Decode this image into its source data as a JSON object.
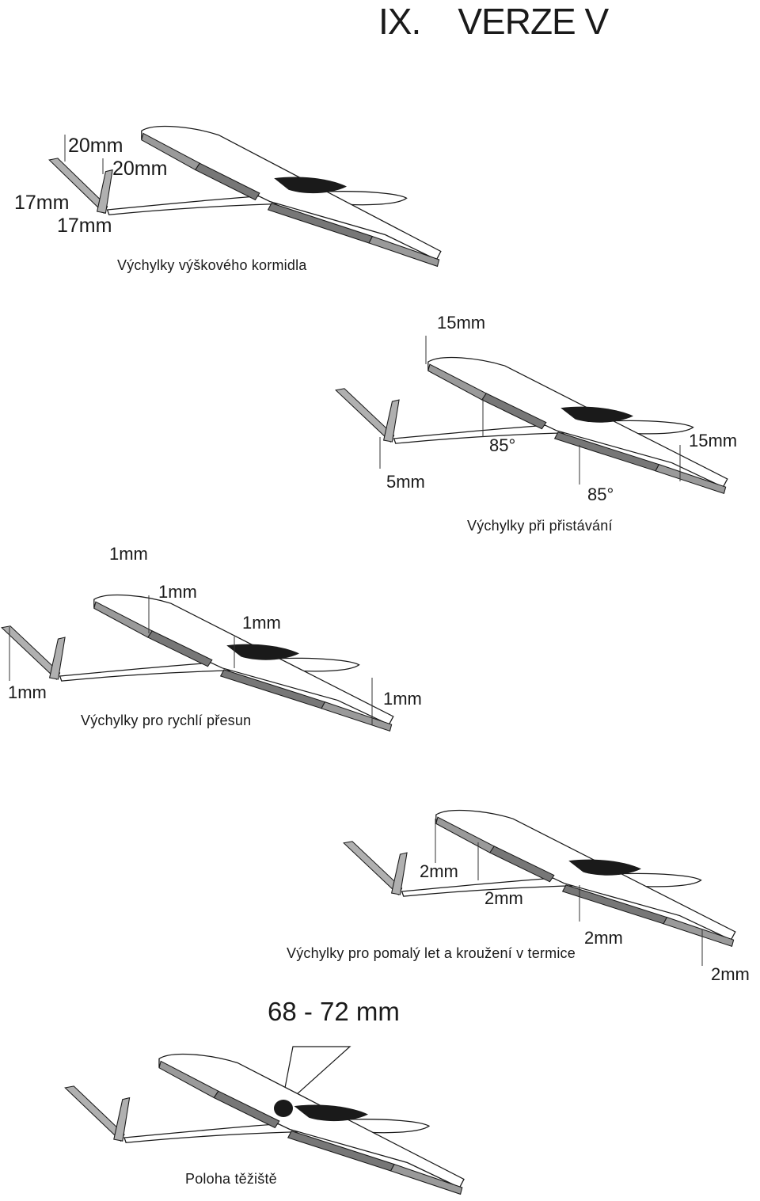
{
  "page": {
    "title": "IX.    VERZE V"
  },
  "elevator": {
    "caption": "Výchylky výškového kormidla",
    "up_outer": "20mm",
    "up_inner": "20mm",
    "down_outer": "17mm",
    "down_inner": "17mm"
  },
  "landing": {
    "caption": "Výchylky při přistávání",
    "flap_top": "15mm",
    "flap_right": "15mm",
    "tail": "5mm",
    "angle_inner": "85°",
    "angle_outer": "85°"
  },
  "fast": {
    "caption": "Výchylky pro rychlí přesun",
    "top_left": "1mm",
    "top_mid": "1mm",
    "top_right": "1mm",
    "tail": "1mm",
    "wing_tip": "1mm"
  },
  "thermal": {
    "caption": "Výchylky pro pomalý let a kroužení v termice",
    "mid1": "2mm",
    "mid2": "2mm",
    "right1": "2mm",
    "right2": "2mm"
  },
  "cg": {
    "range": "68 - 72 mm",
    "caption": "Poloha těžiště"
  },
  "colors": {
    "ink": "#1a1a1a",
    "aileron": "#888888",
    "canopy": "#1a1a1a"
  }
}
